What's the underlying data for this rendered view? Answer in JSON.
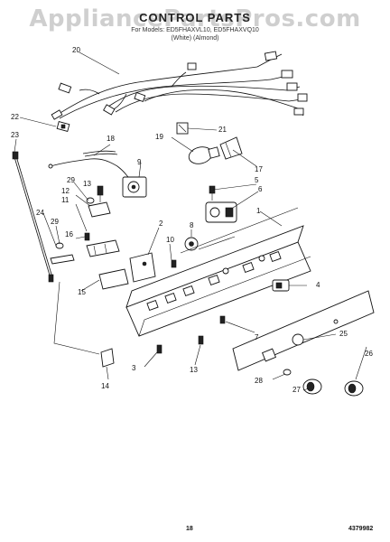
{
  "header": {
    "watermark": "AppliancePartsPros.com",
    "title": "CONTROL PARTS",
    "subtitle_line1": "For Models: ED5FHAXVL10, ED5FHAXVQ10",
    "subtitle_line2": "(White) (Almond)"
  },
  "footer": {
    "page_number": "18",
    "diagram_code": "4379982"
  },
  "callouts": {
    "c1": "1",
    "c2": "2",
    "c3": "3",
    "c4": "4",
    "c5": "5",
    "c6": "6",
    "c7": "7",
    "c8": "8",
    "c9": "9",
    "c10": "10",
    "c11": "11",
    "c12": "12",
    "c13a": "13",
    "c13b": "13",
    "c14": "14",
    "c15": "15",
    "c16": "16",
    "c17": "17",
    "c18": "18",
    "c19": "19",
    "c20": "20",
    "c21": "21",
    "c22": "22",
    "c23": "23",
    "c24": "24",
    "c25": "25",
    "c26": "26",
    "c27": "27",
    "c28": "28",
    "c29a": "29",
    "c29b": "29"
  }
}
